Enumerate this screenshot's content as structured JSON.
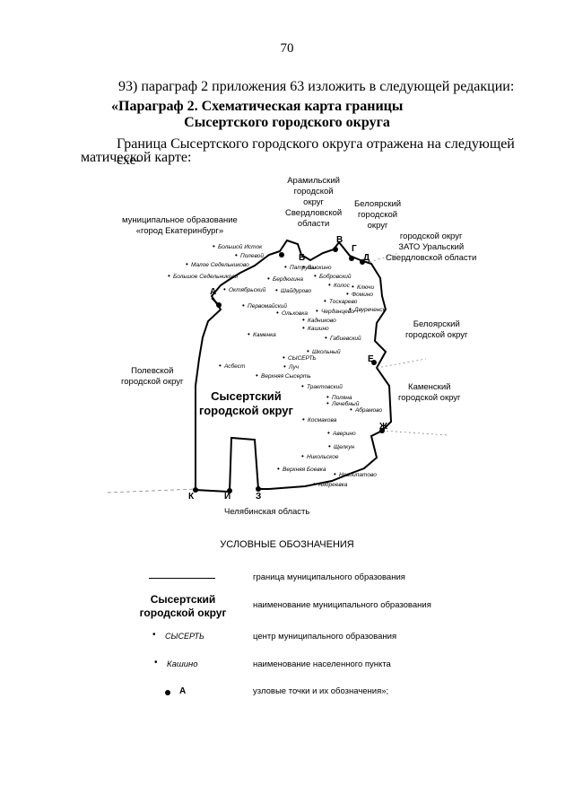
{
  "page_number": "70",
  "paragraph1": "93) параграф 2 приложения 63 изложить в следующей редакции:",
  "heading_line1": "«Параграф 2. Схематическая карта границы",
  "heading_line2": "Сысертского городского округа",
  "body_line1": "Граница Сысертского городского округа отражена на следующей схе-",
  "body_line2": "матической карте:",
  "map": {
    "district_name": [
      "Сысертский",
      "городской округ"
    ],
    "neighbors": {
      "aramil": [
        "Арамильский",
        "городской",
        "округ",
        "Свердловской",
        "области"
      ],
      "ekaterinburg": [
        "муниципальное образование",
        "«город Екатеринбург»"
      ],
      "beloyarsky_top": [
        "Белоярский",
        "городской",
        "округ"
      ],
      "zato": [
        "городской округ",
        "ЗАТО Уральский",
        "Свердловской области"
      ],
      "beloyarsky_right": [
        "Белоярский",
        "городской округ"
      ],
      "polevskoy": [
        "Полевской",
        "городской округ"
      ],
      "kamensky": [
        "Каменский",
        "городской округ"
      ],
      "chelyabinsk": "Челябинская область"
    },
    "nodes": [
      "А",
      "Б",
      "В",
      "Г",
      "Д",
      "Е",
      "Ж",
      "З",
      "И",
      "К"
    ],
    "settlements": [
      "Большой Исток",
      "Полевой",
      "Малое Седельниково",
      "Большое Седельниково",
      "Патруши",
      "Бобровский",
      "Бердюгина",
      "Октябрьский",
      "Шайдурово",
      "Колос",
      "Ключи",
      "Фомино",
      "Тоскарево",
      "Двуреченск",
      "Первомайский",
      "Ольховка",
      "Черданцево",
      "Кадниково",
      "Кашино",
      "Габиевский",
      "Каменка",
      "Школьный",
      "СЫСЕРТЬ",
      "Асбест",
      "Луч",
      "Верхняя Сысерть",
      "Трактовский",
      "Поляна",
      "Лечебный",
      "Абрамово",
      "Космакова",
      "Аверино",
      "Щелкун",
      "Никольское",
      "Верхняя Боевка",
      "Новоипатово",
      "Андреевка",
      "Вьюхино"
    ]
  },
  "legend": {
    "title": "УСЛОВНЫЕ ОБОЗНАЧЕНИЯ",
    "items": [
      {
        "symbol": "",
        "desc": "граница муниципального образования"
      },
      {
        "symbol": "Сысертский городской округ",
        "desc": "наименование муниципального образования"
      },
      {
        "symbol": "СЫСЕРТЬ",
        "desc": "центр муниципального образования"
      },
      {
        "symbol": "Кашино",
        "desc": "наименование населенного пункта"
      },
      {
        "symbol": "А",
        "desc": "узловые точки и их обозначения»;"
      }
    ]
  }
}
